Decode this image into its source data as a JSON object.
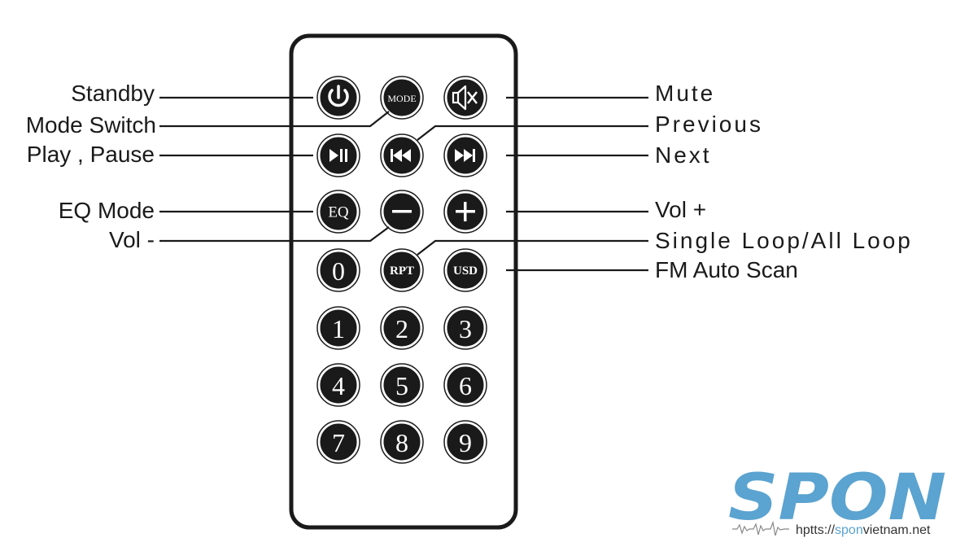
{
  "labels_left": {
    "standby": "Standby",
    "mode_switch": "Mode Switch",
    "play_pause": "Play , Pause",
    "eq_mode": "EQ Mode",
    "vol_minus": "Vol -"
  },
  "labels_right": {
    "mute": "Mute",
    "previous": "Previous",
    "next": "Next",
    "vol_plus": "Vol +",
    "loop": "Single Loop/All Loop",
    "fm_scan": "FM Auto Scan"
  },
  "buttons": {
    "mode": "MODE",
    "eq": "EQ",
    "rpt": "RPT",
    "usd": "USD",
    "digits": [
      "0",
      "1",
      "2",
      "3",
      "4",
      "5",
      "6",
      "7",
      "8",
      "9"
    ]
  },
  "logo": {
    "brand": "SPON",
    "url_prefix": "hptts://",
    "url_brand": "spon",
    "url_suffix": "vietnam.net",
    "color": "#5ba3d0"
  }
}
